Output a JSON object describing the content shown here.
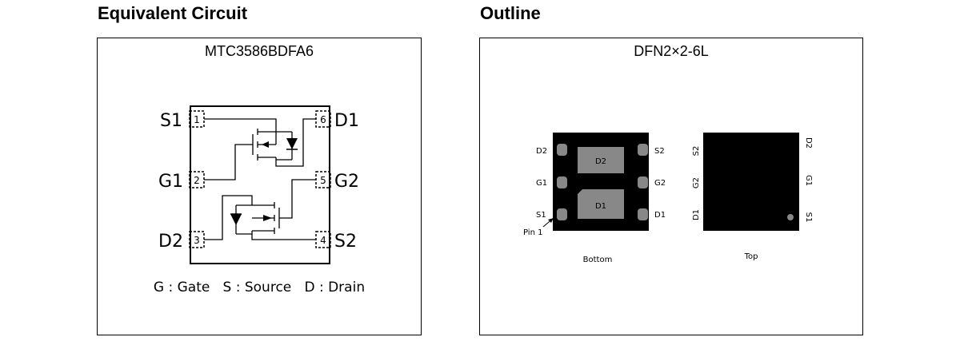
{
  "left": {
    "heading": "Equivalent Circuit",
    "part_number": "MTC3586BDFA6",
    "pins": {
      "s1": {
        "label": "S1",
        "num": "1"
      },
      "g1": {
        "label": "G1",
        "num": "2"
      },
      "d2": {
        "label": "D2",
        "num": "3"
      },
      "d1": {
        "label": "D1",
        "num": "6"
      },
      "g2": {
        "label": "G2",
        "num": "5"
      },
      "s2": {
        "label": "S2",
        "num": "4"
      }
    },
    "legend": "G : Gate   S : Source   D : Drain"
  },
  "right": {
    "heading": "Outline",
    "package": "DFN2×2-6L",
    "bottom": {
      "caption": "Bottom",
      "pin1_label": "Pin 1",
      "left_pins": [
        "D2",
        "G1",
        "S1"
      ],
      "right_pins": [
        "S2",
        "G2",
        "D1"
      ],
      "pad_labels": [
        "D2",
        "D1"
      ]
    },
    "top": {
      "caption": "Top",
      "left_pins": [
        "S2",
        "G2",
        "D1"
      ],
      "right_pins": [
        "D2",
        "G1",
        "S1"
      ]
    }
  }
}
